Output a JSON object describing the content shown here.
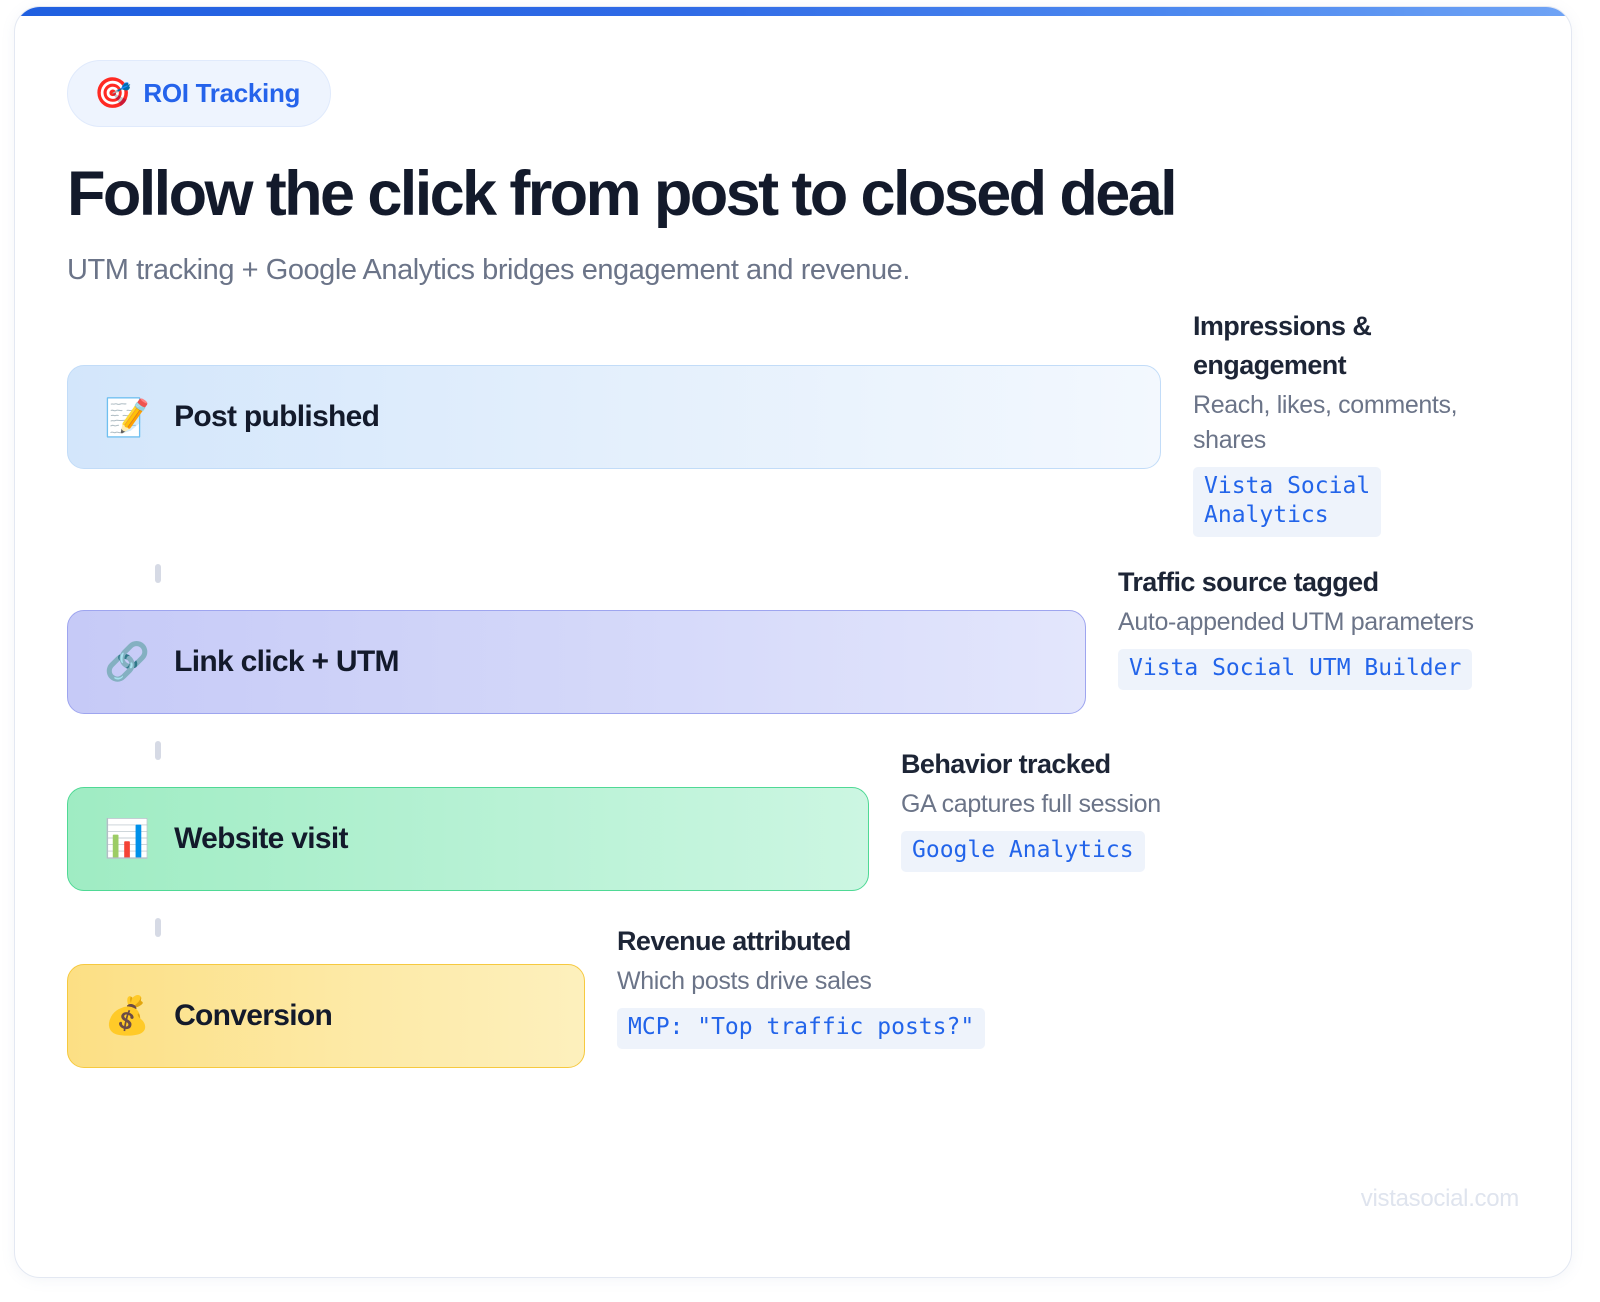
{
  "badge": {
    "icon": "target-dart-icon",
    "icon_glyph": "🎯",
    "label": "ROI Tracking",
    "color": "#2563eb",
    "background": "#eef4fe"
  },
  "header": {
    "title": "Follow the click from post to closed deal",
    "subtitle": "UTM tracking + Google Analytics bridges engagement and revenue."
  },
  "funnel": {
    "stages": [
      {
        "icon": "memo-pencil-icon",
        "icon_glyph": "📝",
        "label": "Post published",
        "bar_color": "#d3e6fb",
        "bar_border": "#c2dcf8",
        "note_title": "Impressions & engagement",
        "note_desc": "Reach, likes, comments, shares",
        "note_chip": "Vista Social\nAnalytics"
      },
      {
        "icon": "link-chain-icon",
        "icon_glyph": "🔗",
        "label": "Link click + UTM",
        "bar_color": "#c6caf7",
        "bar_border": "#9ea5ef",
        "note_title": "Traffic source tagged",
        "note_desc": "Auto-appended UTM parameters",
        "note_chip": "Vista Social UTM Builder"
      },
      {
        "icon": "bar-chart-icon",
        "icon_glyph": "📊",
        "label": "Website visit",
        "bar_color": "#9fecc3",
        "bar_border": "#4fd995",
        "note_title": "Behavior tracked",
        "note_desc": "GA captures full session",
        "note_chip": "Google Analytics"
      },
      {
        "icon": "money-bag-icon",
        "icon_glyph": "💰",
        "label": "Conversion",
        "bar_color": "#fcdf84",
        "bar_border": "#f6c93f",
        "note_title": "Revenue attributed",
        "note_desc": "Which posts drive sales",
        "note_chip": "MCP: \"Top traffic posts?\""
      }
    ]
  },
  "footer": {
    "watermark": "vistasocial.com"
  }
}
